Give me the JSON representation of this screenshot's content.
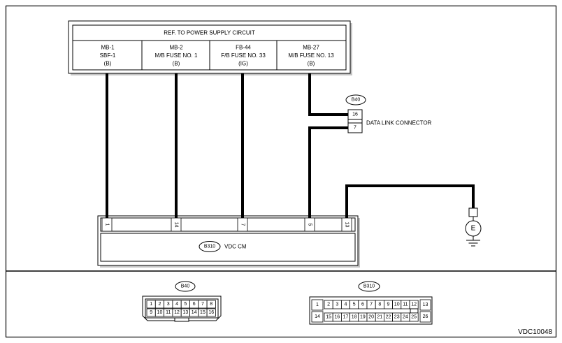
{
  "power_supply": {
    "title": "REF. TO POWER SUPPLY CIRCUIT",
    "columns": [
      {
        "source": "MB-1",
        "fuse": "SBF-1",
        "supply": "(B)"
      },
      {
        "source": "MB-2",
        "fuse": "M/B FUSE NO. 1",
        "supply": "(B)"
      },
      {
        "source": "FB-44",
        "fuse": "F/B FUSE NO. 33",
        "supply": "(IG)"
      },
      {
        "source": "MB-27",
        "fuse": "M/B FUSE NO. 13",
        "supply": "(B)"
      }
    ]
  },
  "data_link_connector": {
    "connector_id": "B40",
    "label": "DATA LINK CONNECTOR",
    "pins": [
      "16",
      "7"
    ]
  },
  "vdc_cm": {
    "connector_id": "B310",
    "label": "VDC CM",
    "pins": [
      "1",
      "14",
      "7",
      "5",
      "13"
    ]
  },
  "ground": {
    "label": "E"
  },
  "connector_views": {
    "b40": {
      "connector_id": "B40",
      "top_row": [
        "1",
        "2",
        "3",
        "4",
        "5",
        "6",
        "7",
        "8"
      ],
      "bottom_row": [
        "9",
        "10",
        "11",
        "12",
        "13",
        "14",
        "15",
        "16"
      ]
    },
    "b310": {
      "connector_id": "B310",
      "left_top": "1",
      "left_bottom": "14",
      "top_row": [
        "2",
        "3",
        "4",
        "5",
        "6",
        "7",
        "8",
        "9",
        "10",
        "11",
        "12"
      ],
      "bottom_row": [
        "15",
        "16",
        "17",
        "18",
        "19",
        "20",
        "21",
        "22",
        "23",
        "24",
        "25"
      ],
      "right_top": "13",
      "right_bottom": "26"
    }
  },
  "figure_code": "VDC10048"
}
